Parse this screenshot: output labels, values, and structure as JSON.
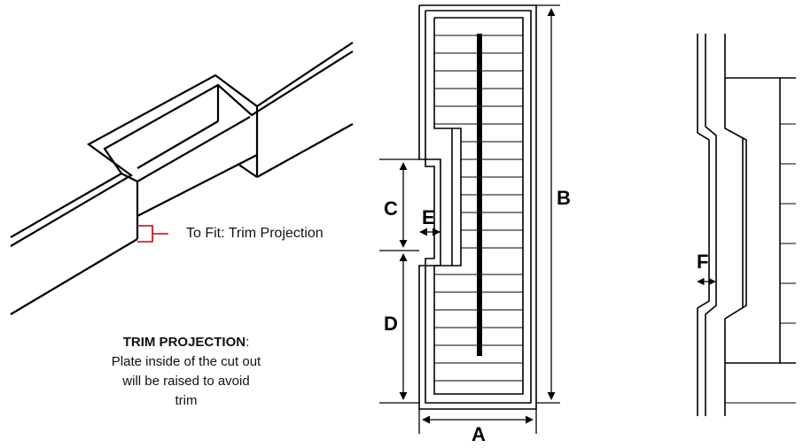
{
  "callout": {
    "text": "To Fit: Trim Projection",
    "color": "#cc0000"
  },
  "note": {
    "title": "TRIM PROJECTION",
    "separator": ":",
    "lines": [
      "Plate inside of the cut out",
      "will be raised to avoid",
      "trim"
    ]
  },
  "dimensions": {
    "a": "A",
    "b": "B",
    "c": "C",
    "d": "D",
    "e": "E",
    "f": "F"
  }
}
